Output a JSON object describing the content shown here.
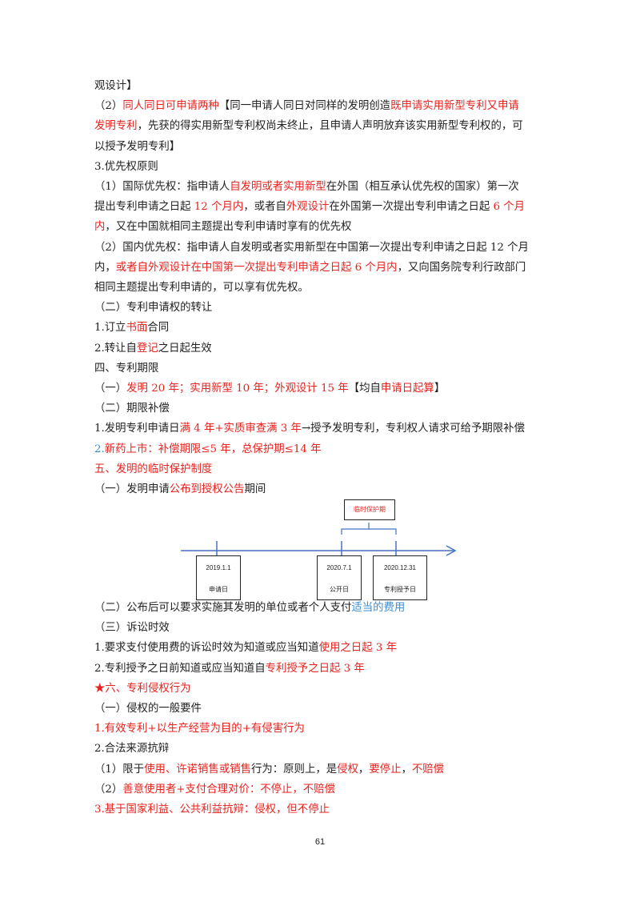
{
  "lines": [
    [
      {
        "t": "观设计】"
      }
    ],
    [
      {
        "t": "（2）"
      },
      {
        "t": "同人同日可申请两种",
        "c": "red"
      },
      {
        "t": "【同一申请人同日对同样的发明创造"
      },
      {
        "t": "既申请实用新型专利又申请",
        "c": "red"
      }
    ],
    [
      {
        "t": "发明专利",
        "c": "red"
      },
      {
        "t": "，先获的得实用新型专利权尚未终止，且申请人声明放弃该实用新型专利权的，可"
      }
    ],
    [
      {
        "t": "以授予发明专利】"
      }
    ],
    [
      {
        "t": "3.优先权原则"
      }
    ],
    [
      {
        "t": "（1）国际优先权：指申请人"
      },
      {
        "t": "自发明或者实用新型",
        "c": "red"
      },
      {
        "t": "在外国（相互承认优先权的国家）第一次"
      }
    ],
    [
      {
        "t": "提出专利申请之日起 "
      },
      {
        "t": "12 个月内",
        "c": "red"
      },
      {
        "t": "，或者自"
      },
      {
        "t": "外观设计",
        "c": "red"
      },
      {
        "t": "在外国第一次提出专利申请之日起 "
      },
      {
        "t": "6 个月",
        "c": "red"
      }
    ],
    [
      {
        "t": "内",
        "c": "red"
      },
      {
        "t": "，又在中国就相同主题提出专利申请时享有的优先权"
      }
    ],
    [
      {
        "t": "（2）国内优先权：指申请人自发明或者实用新型在中国第一次提出专利申请之日起 12 个月"
      }
    ],
    [
      {
        "t": "内，"
      },
      {
        "t": "或者自外观设计在中国第一次提出专利申请之日起 6 个月内",
        "c": "red"
      },
      {
        "t": "，又向国务院专利行政部门"
      }
    ],
    [
      {
        "t": "相同主题提出专利申请的，可以享有优先权。"
      }
    ],
    [
      {
        "t": "（二）专利申请权的转让"
      }
    ],
    [
      {
        "t": "1.订立"
      },
      {
        "t": "书面",
        "c": "red"
      },
      {
        "t": "合同"
      }
    ],
    [
      {
        "t": "2.转让自"
      },
      {
        "t": "登记",
        "c": "red"
      },
      {
        "t": "之日起生效"
      }
    ],
    [
      {
        "t": "四、专利期限"
      }
    ],
    [
      {
        "t": "（一）"
      },
      {
        "t": "发明 20 年；实用新型 10 年；外观设计 15 年",
        "c": "red"
      },
      {
        "t": "【均自"
      },
      {
        "t": "申请日起算",
        "c": "red"
      },
      {
        "t": "】"
      }
    ],
    [
      {
        "t": "（二）期限补偿"
      }
    ],
    [
      {
        "t": "1.发明专利申请日"
      },
      {
        "t": "满 4 年+实质审查满 3 年",
        "c": "red"
      },
      {
        "t": "→授予发明专利，专利权人请求可给予期限补偿"
      }
    ],
    [
      {
        "t": "2.",
        "c": "blue"
      },
      {
        "t": "新药上市：",
        "c": "red"
      },
      {
        "t": "补偿期限≤5 年，总保护期≤14 年",
        "c": "red"
      }
    ],
    [
      {
        "t": "五、发明的临时保护制度",
        "c": "red"
      }
    ],
    [
      {
        "t": "（一）发明申请"
      },
      {
        "t": "公布到授权公告",
        "c": "red"
      },
      {
        "t": "期间"
      }
    ]
  ],
  "lines_after": [
    [
      {
        "t": "（二）公布后可以要求实施其发明的单位或者个人支付"
      },
      {
        "t": "适当的费用",
        "c": "blue"
      }
    ],
    [
      {
        "t": "（三）诉讼时效"
      }
    ],
    [
      {
        "t": "1.要求支付使用费的诉讼时效为知道或应当知道"
      },
      {
        "t": "使用之日起 3 年",
        "c": "red"
      }
    ],
    [
      {
        "t": "2.专利授予之日前知道或应当知道自"
      },
      {
        "t": "专利授予之日起 3 年",
        "c": "red"
      }
    ],
    [
      {
        "t": "★六、专利侵权行为",
        "c": "red"
      }
    ],
    [
      {
        "t": "（一）侵权的一般要件"
      }
    ],
    [
      {
        "t": "1.",
        "c": "red"
      },
      {
        "t": "有效专利+以生产经营为目的+有侵害行为",
        "c": "red"
      }
    ],
    [
      {
        "t": "2.合法来源抗辩"
      }
    ],
    [
      {
        "t": "（1）限于"
      },
      {
        "t": "使用、许诺销售或销售",
        "c": "red"
      },
      {
        "t": "行为：原则上，是"
      },
      {
        "t": "侵权",
        "c": "red"
      },
      {
        "t": "，"
      },
      {
        "t": "要停止",
        "c": "red"
      },
      {
        "t": "，"
      },
      {
        "t": "不赔偿",
        "c": "red"
      }
    ],
    [
      {
        "t": "（2）"
      },
      {
        "t": "善意使用者+支付合理对价：",
        "c": "red"
      },
      {
        "t": "不停止，不赔偿",
        "c": "red"
      }
    ],
    [
      {
        "t": "3.",
        "c": "red"
      },
      {
        "t": "基于国家利益、公共利益抗辩：侵权，但不停止",
        "c": "red"
      }
    ]
  ],
  "timeline": {
    "period_label": "临时保护期",
    "events": [
      {
        "date": "2019.1.1",
        "label": "申请日"
      },
      {
        "date": "2020.7.1",
        "label": "公开日"
      },
      {
        "date": "2020.12.31",
        "label": "专利授予日"
      }
    ],
    "axis_color": "#4472c4"
  },
  "page_number": "61"
}
